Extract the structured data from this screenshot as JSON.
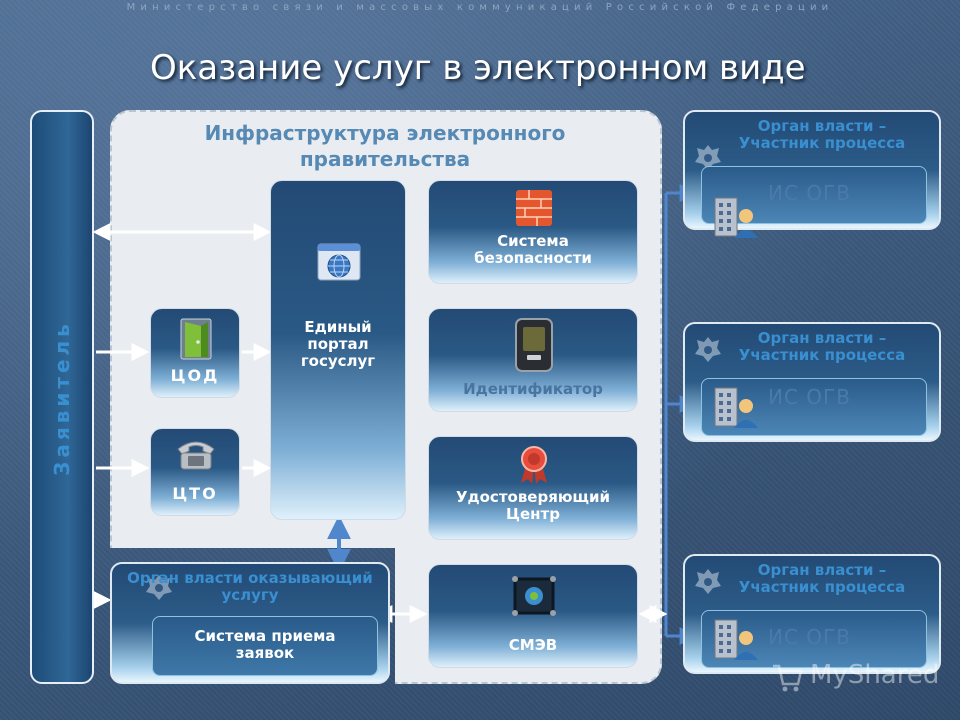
{
  "header": {
    "ministry": "Министерство связи и массовых коммуникаций Российской Федерации",
    "title": "Оказание услуг в электронном виде"
  },
  "applicant": {
    "label": "Заявитель"
  },
  "infrastructure": {
    "title": "Инфраструктура электронного правительства",
    "cod": {
      "label": "ЦОД",
      "icon": "door-icon"
    },
    "cto": {
      "label": "ЦТО",
      "icon": "phone-icon"
    },
    "portal": {
      "label": "Единый портал госуслуг",
      "icon": "browser-globe-icon"
    },
    "security": {
      "label": "Система безопасности",
      "icon": "firewall-icon"
    },
    "identifier": {
      "label": "Идентификатор",
      "icon": "id-terminal-icon"
    },
    "certification_center": {
      "label": "Удостоверяющий Центр",
      "icon": "award-ribbon-icon"
    },
    "smev": {
      "label": "СМЭВ",
      "icon": "network-frame-icon"
    }
  },
  "service_provider": {
    "title": "Орган власти оказывающий услугу",
    "system": "Система приема заявок"
  },
  "participants": [
    {
      "title": "Орган власти – Участник процесса",
      "system": "ИС ОГВ"
    },
    {
      "title": "Орган власти – Участник процесса",
      "system": "ИС ОГВ"
    },
    {
      "title": "Орган власти – Участник процесса",
      "system": "ИС ОГВ"
    }
  ],
  "watermark": "MyShared",
  "colors": {
    "background": "#3d5b80",
    "block_dark": "#234a75",
    "accent_text": "#3a8fd0",
    "arrow": "#5b8fd6",
    "panel": "#e9edf1"
  }
}
